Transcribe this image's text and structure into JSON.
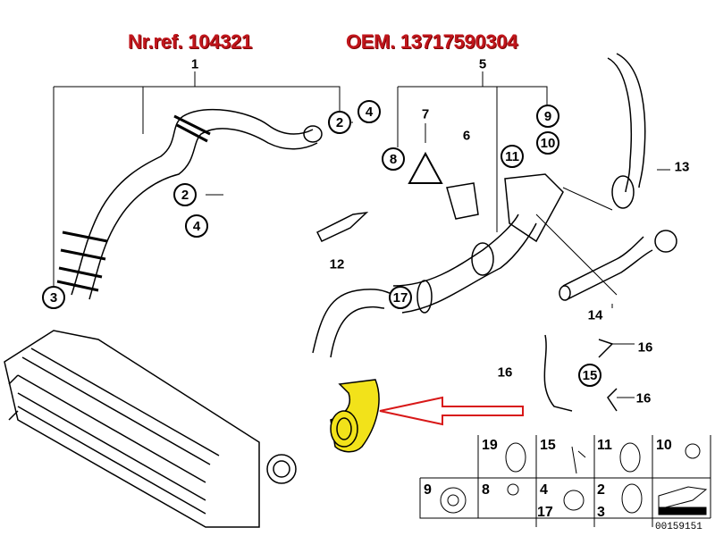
{
  "header": {
    "ref_label": "Nr.ref. 104321",
    "oem_label": "OEM. 13717590304"
  },
  "callouts_circled": [
    "2",
    "4",
    "2",
    "4",
    "3",
    "8",
    "9",
    "10",
    "11",
    "17",
    "15"
  ],
  "callouts_plain": [
    "1",
    "5",
    "7",
    "6",
    "12",
    "13",
    "14",
    "16",
    "16",
    "16"
  ],
  "parts_table": {
    "row1": [
      "19",
      "15",
      "11",
      "10"
    ],
    "row2": [
      "9",
      "8",
      "4",
      "17",
      "2",
      "3"
    ]
  },
  "diagram_number": "00159151",
  "colors": {
    "title": "#c0161c",
    "highlight": "#f2e21a",
    "arrow": "#d81818"
  }
}
